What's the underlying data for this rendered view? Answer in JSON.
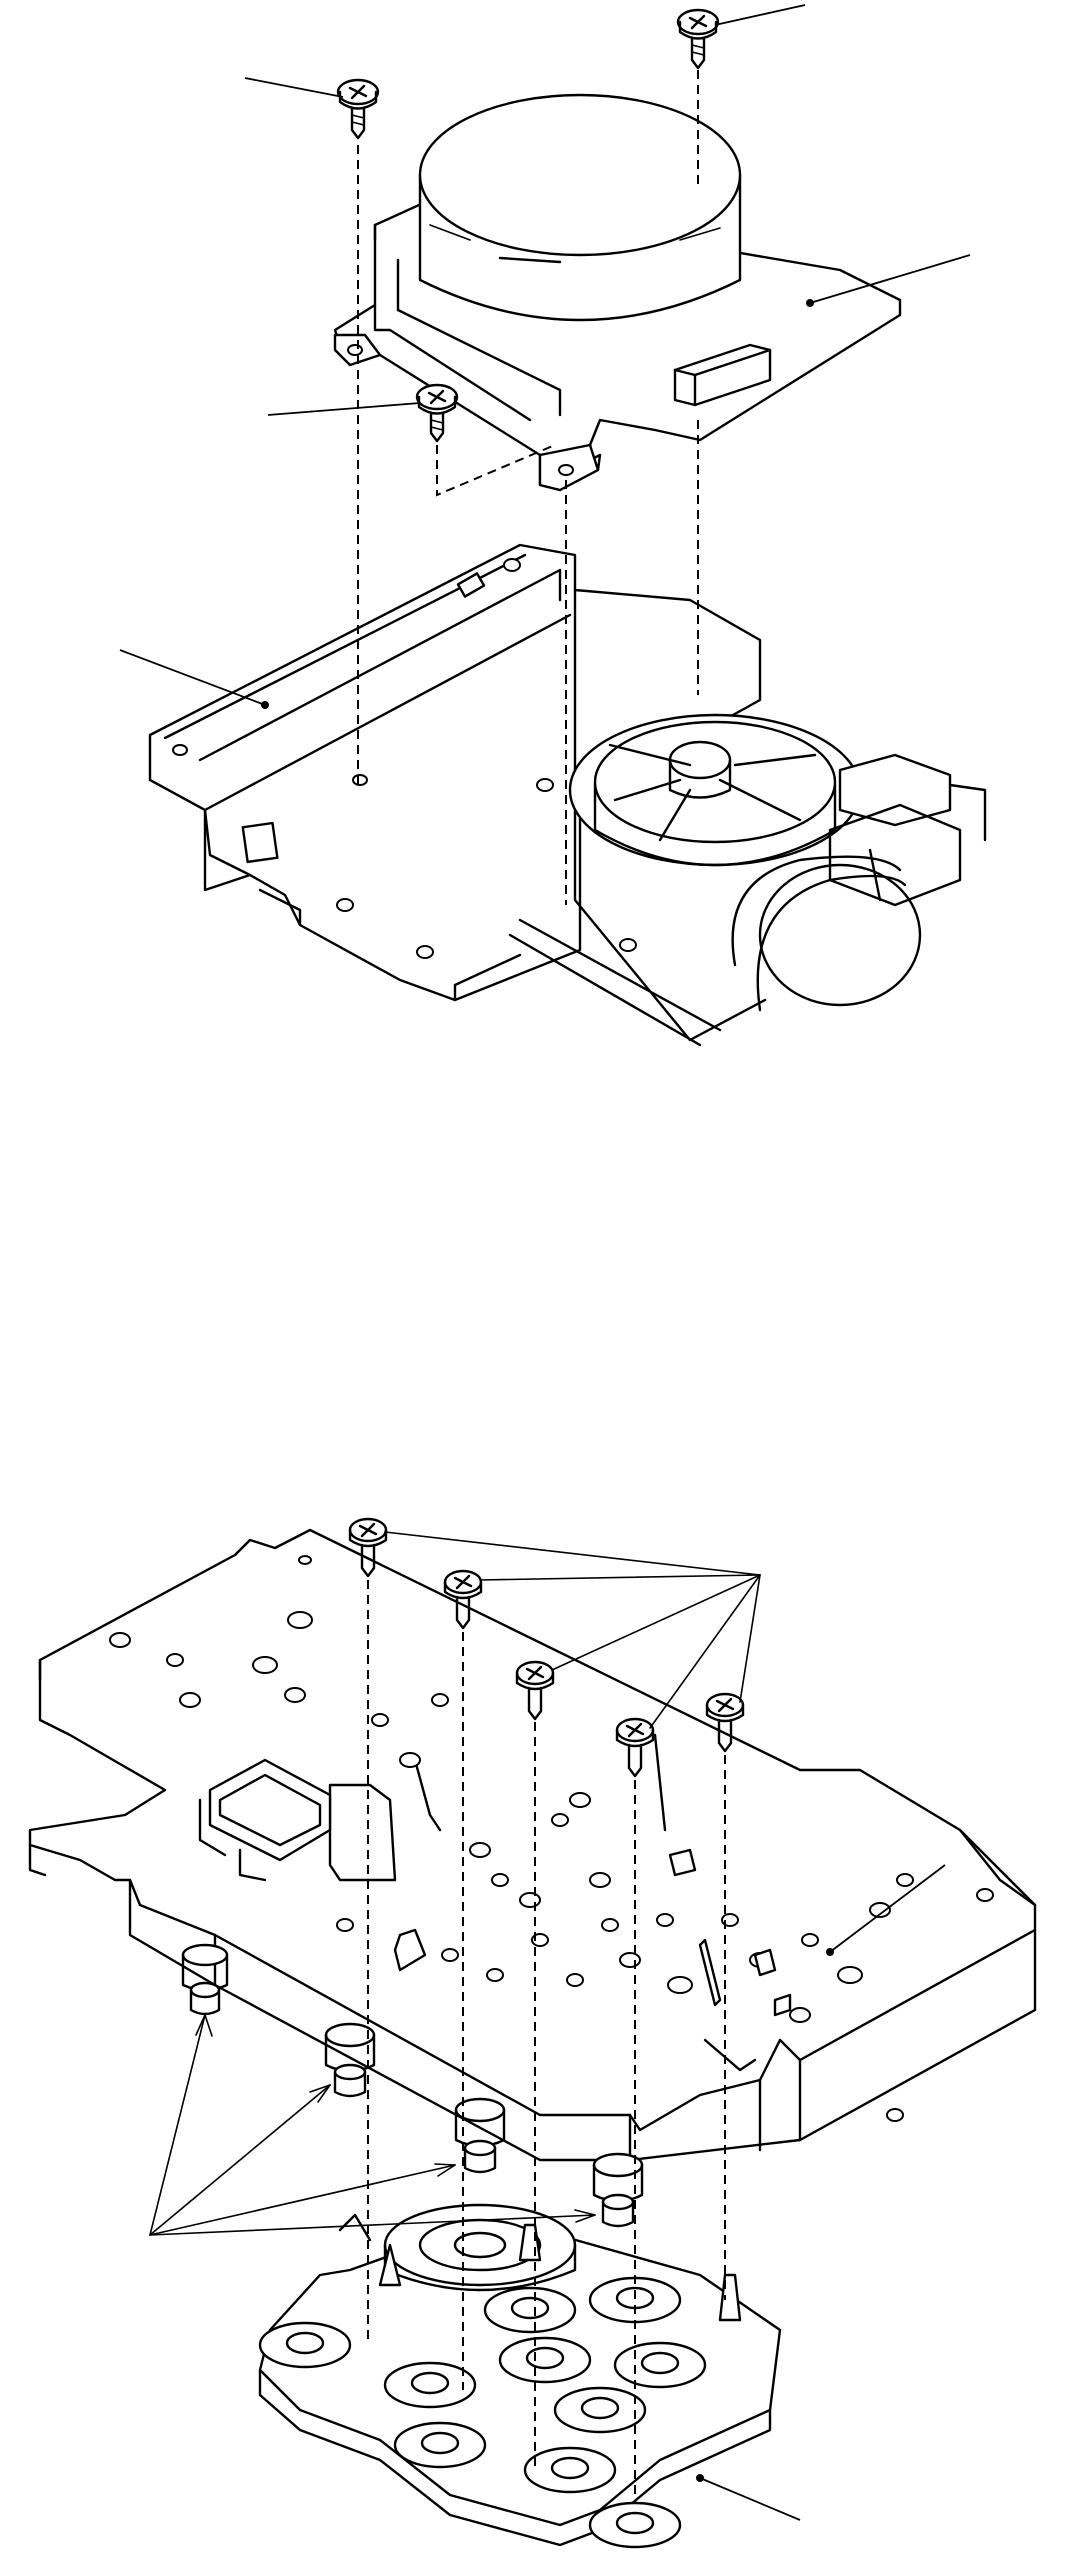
{
  "figure": {
    "upper_assembly": {
      "callouts": [
        "screw-top-left",
        "screw-top-right",
        "motor-plate",
        "screw-middle",
        "chassis-bracket"
      ]
    },
    "lower_assembly": {
      "callouts": [
        "screws-five",
        "main-plate",
        "gear-bosses-four",
        "gear-block"
      ]
    }
  },
  "colors": {
    "line": "#000000",
    "background": "#ffffff"
  }
}
